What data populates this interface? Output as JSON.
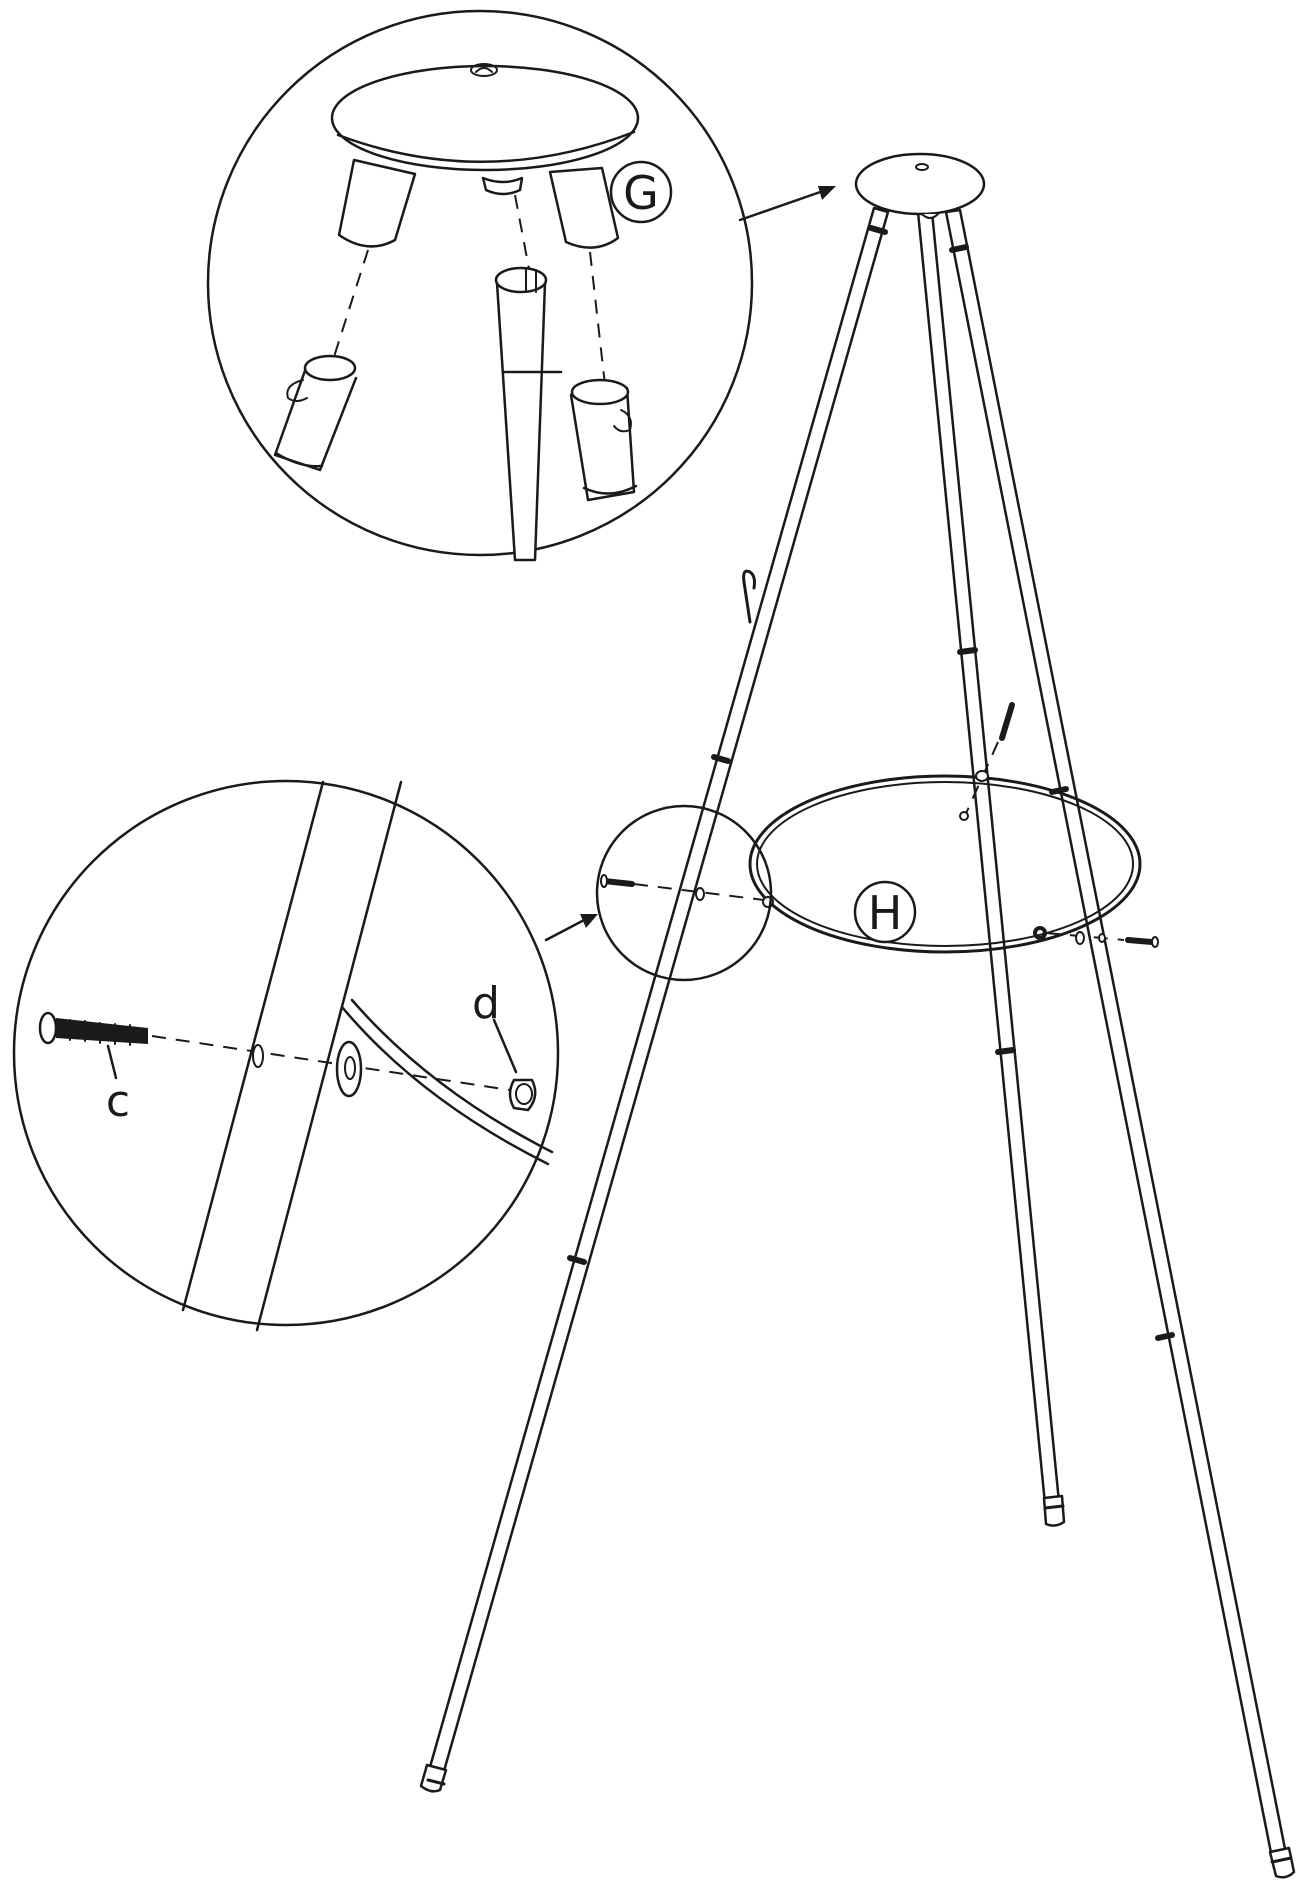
{
  "labels": {
    "part_g": "G",
    "part_h": "H",
    "bolt": "c",
    "nut": "d"
  },
  "colors": {
    "ink": "#1a1a1a",
    "paper": "#ffffff"
  }
}
